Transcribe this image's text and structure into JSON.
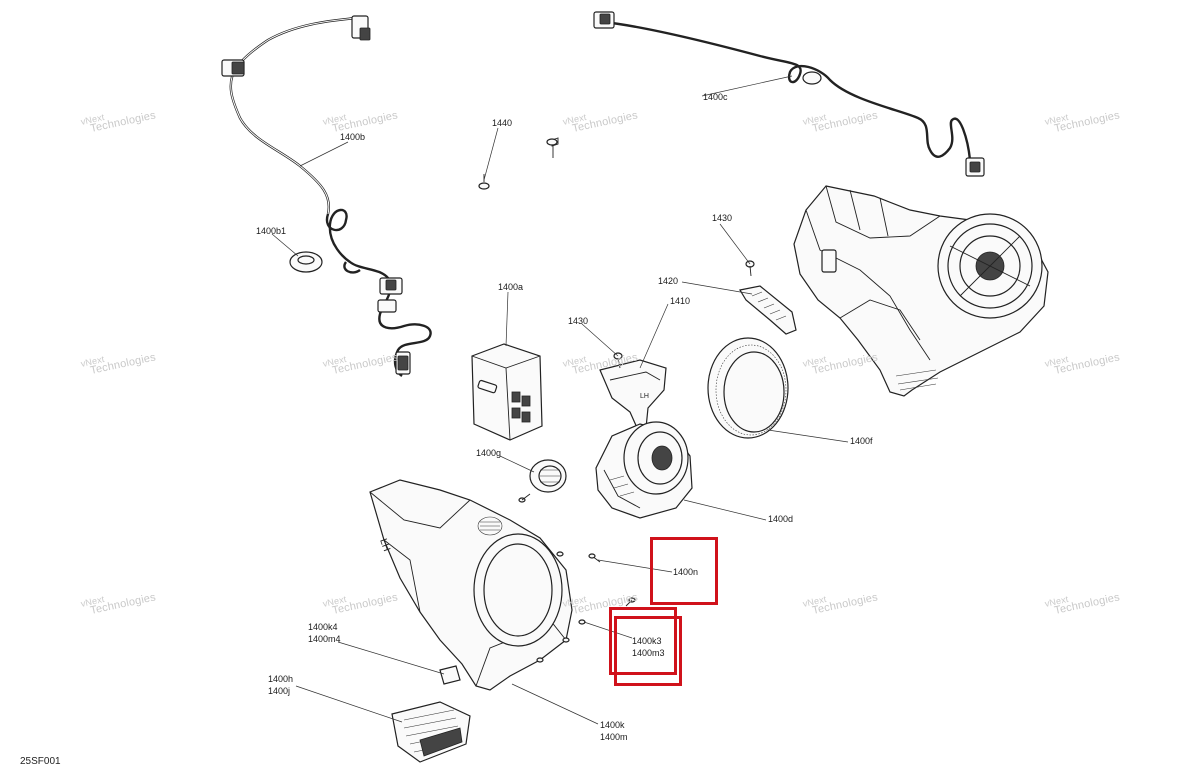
{
  "diagram": {
    "drawing_code": "25SF001",
    "watermark": {
      "line1": "vNext",
      "line2": "Technologies"
    },
    "labels": {
      "l_1440": "1440",
      "l_1400c": "1400c",
      "l_1400b": "1400b",
      "l_1400b1": "1400b1",
      "l_1430a": "1430",
      "l_1420": "1420",
      "l_1400a": "1400a",
      "l_1430b": "1430",
      "l_1410": "1410",
      "l_1400f": "1400f",
      "l_1400g": "1400g",
      "l_1400d": "1400d",
      "l_1400n": "1400n",
      "l_1400k3": "1400k3",
      "l_1400m3": "1400m3",
      "l_1400k4": "1400k4",
      "l_1400m4": "1400m4",
      "l_1400h": "1400h",
      "l_1400j": "1400j",
      "l_1400k": "1400k",
      "l_1400m": "1400m"
    },
    "highlight_color": "#d0121b"
  }
}
